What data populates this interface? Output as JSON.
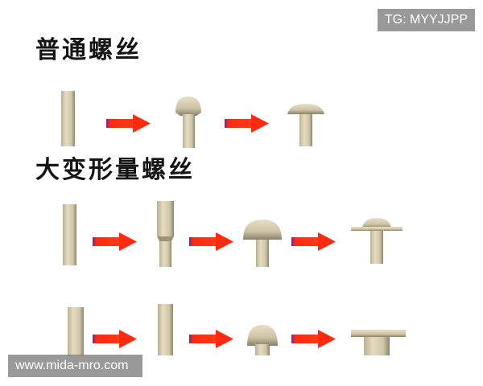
{
  "headings": {
    "regular_screw": "普通螺丝",
    "large_deformation_screw": "大变形量螺丝"
  },
  "watermarks": {
    "telegram": "TG: MYYJJPP",
    "website": "www.mida-mro.com"
  },
  "colors": {
    "blank_fill": "#d8ceb1",
    "blank_shade": "#8f8568",
    "arrow_red": "#ff2a10",
    "arrow_tail": "#6a2a9a"
  },
  "icons": {
    "process_arrow": "right-arrow-icon"
  }
}
